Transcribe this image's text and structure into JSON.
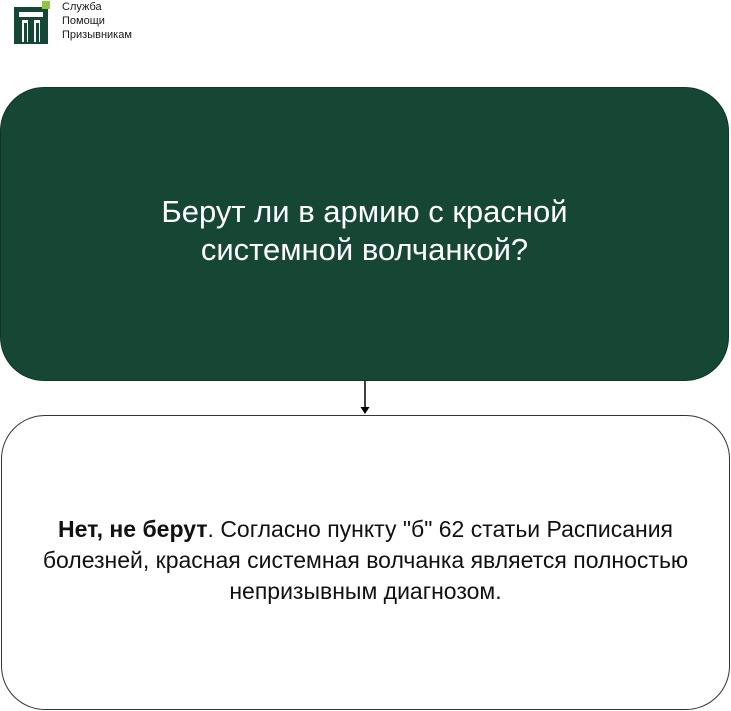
{
  "logo": {
    "lines": [
      "Служба",
      "Помощи",
      "Призывникам"
    ],
    "color": "#154734"
  },
  "question": {
    "text": "Берут ли в армию с красной системной волчанкой?",
    "background": "#154734",
    "text_color": "#ffffff"
  },
  "answer": {
    "bold": "Нет, не берут",
    "rest": ". Согласно пункту \"б\" 62 статьи Расписания болезней, красная системная волчанка является полностью непризывным диагнозом."
  }
}
